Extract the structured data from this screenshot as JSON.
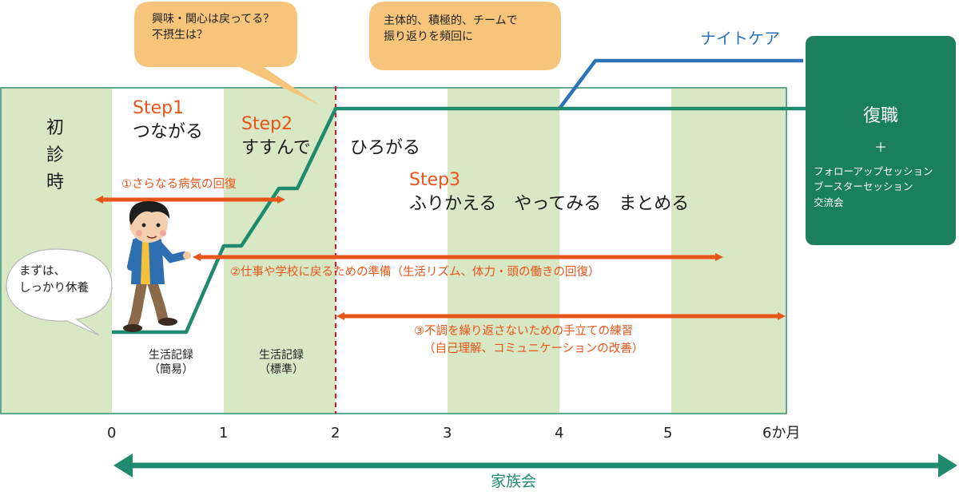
{
  "stage_initial": [
    "初",
    "診",
    "時"
  ],
  "steps": [
    {
      "title": "Step1",
      "text": "つながる"
    },
    {
      "title": "Step2",
      "text": "すすんで"
    },
    {
      "title": "",
      "text": "ひろがる"
    },
    {
      "title": "Step3",
      "text": "ふりかえる　やってみる　まとめる"
    }
  ],
  "bubbles": {
    "interest": [
      "興味・関心は戻ってる？",
      "不摂生は？"
    ],
    "team": [
      "主体的、積極的、チームで",
      "振り返りを頻回に"
    ],
    "rest": [
      "まずは、",
      "しっかり休養"
    ]
  },
  "night_care": "ナイトケア",
  "return_box": {
    "title": "復職",
    "plus": "＋",
    "items": [
      "フォローアップセッション",
      "ブースターセッション",
      "交流会"
    ]
  },
  "arrows": [
    {
      "label": "①さらなる病気の回復"
    },
    {
      "label": "②仕事や学校に戻るための準備（生活リズム、体力・頭の働きの回復）"
    },
    {
      "label": "③不調を繰り返さないための手立ての練習",
      "label2": "（自己理解、コミュニケーションの改善）"
    }
  ],
  "records": [
    {
      "line1": "生活記録",
      "line2": "（簡易）"
    },
    {
      "line1": "生活記録",
      "line2": "（標準）"
    }
  ],
  "axis_ticks": [
    "0",
    "1",
    "2",
    "3",
    "4",
    "5",
    "6か月"
  ],
  "family": "家族会",
  "colors": {
    "band_green": "#d9e8c4",
    "teal_line": "#1f8a6e",
    "blue_line": "#2c73b8",
    "orange": "#e8551b",
    "bubble_orange": "#f6c57b",
    "dashed_red": "#d6191f",
    "box_green": "#1a7f5c"
  }
}
